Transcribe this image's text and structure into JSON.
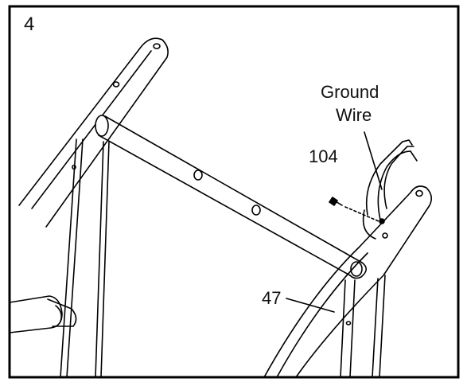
{
  "step_number": "4",
  "labels": {
    "ground_wire_line1": "Ground",
    "ground_wire_line2": "Wire",
    "part_104": "104",
    "part_47": "47"
  }
}
